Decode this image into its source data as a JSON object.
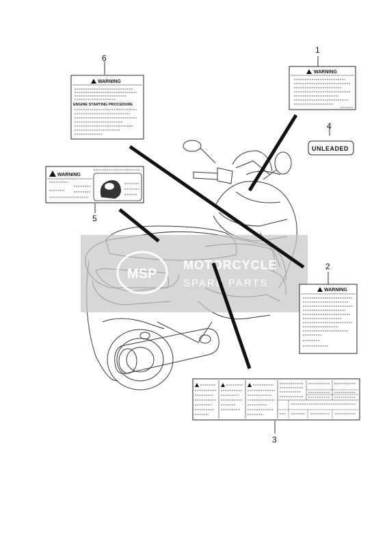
{
  "callouts": [
    "1",
    "2",
    "3",
    "4",
    "5",
    "6"
  ],
  "labels": {
    "warning": "WARNING",
    "engine_starting": "ENGINE STARTING PROCEDURE",
    "unleaded": "UNLEADED"
  },
  "watermark": {
    "logo": "MSP",
    "line1": "MOTORCYCLE",
    "line2": "SPARE PARTS"
  },
  "colors": {
    "line": "#111111",
    "watermark_band": "#c8c8c8",
    "watermark_text": "#ffffff"
  }
}
